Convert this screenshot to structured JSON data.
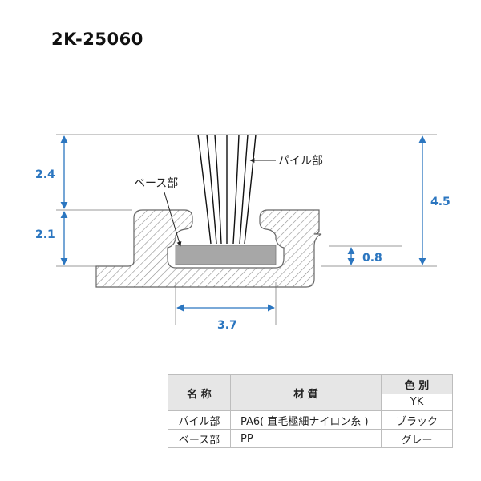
{
  "title": "2K-25060",
  "labels": {
    "pile": "パイル部",
    "base": "ベース部"
  },
  "dimensions": {
    "d1": "2.4",
    "d2": "2.1",
    "d3": "4.5",
    "d4": "0.8",
    "d5": "3.7"
  },
  "colors": {
    "dimension": "#2b76c0",
    "base_fill": "#a7a7a7",
    "hatch": "#8c8c8c"
  },
  "table": {
    "headers": {
      "name": "名 称",
      "material": "材 質",
      "color": "色 別"
    },
    "color_code": "YK",
    "rows": [
      {
        "name": "パイル部",
        "material": "PA6( 直毛極細ナイロン糸 )",
        "color": "ブラック"
      },
      {
        "name": "ベース部",
        "material": "PP",
        "color": "グレー"
      }
    ]
  }
}
